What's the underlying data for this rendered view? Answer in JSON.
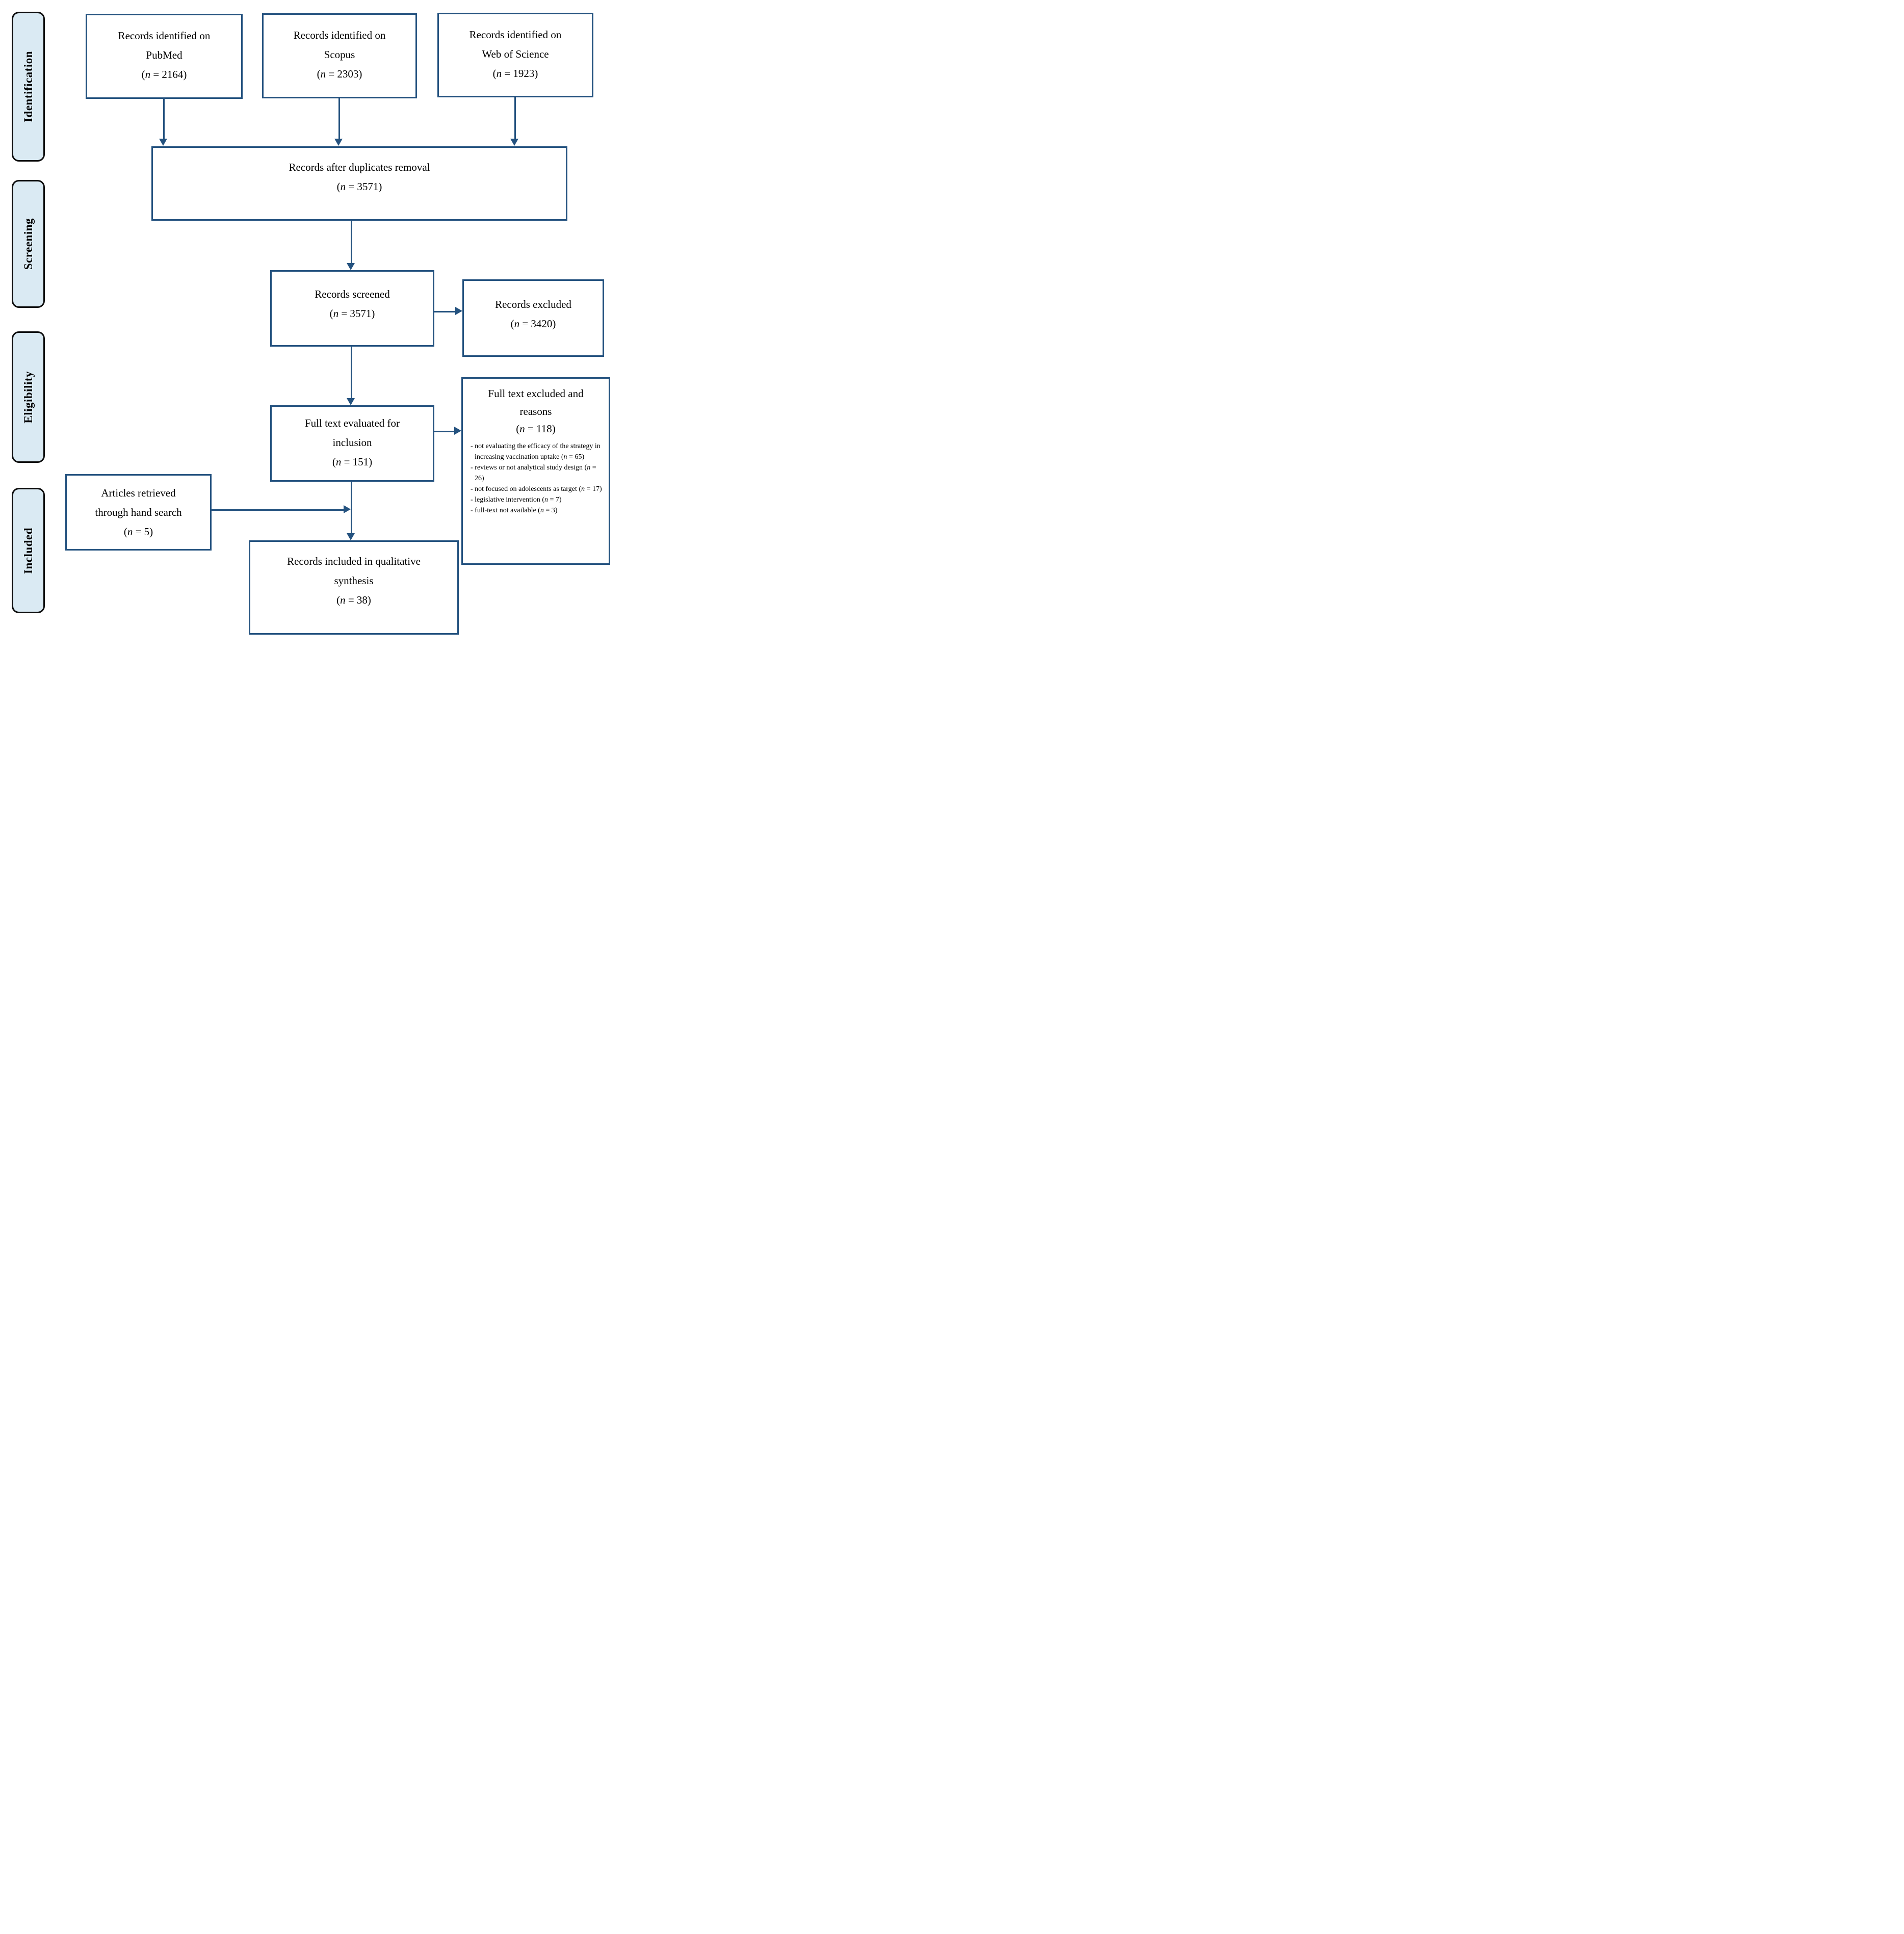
{
  "palette": {
    "line_color": "#24527f",
    "stage_fill": "#daeaf3",
    "stage_border": "#0d0d0d",
    "box_fill": "#ffffff",
    "text_color": "#000000"
  },
  "sidebar": {
    "stages": [
      {
        "label": "Identification"
      },
      {
        "label": "Screening"
      },
      {
        "label": "Eligibility"
      },
      {
        "label": "Included"
      }
    ]
  },
  "nodes": {
    "pubmed": {
      "label": "Records identified on\nPubMed",
      "count": "2164"
    },
    "scopus": {
      "label": "Records identified on\nScopus",
      "count": "2303"
    },
    "wos": {
      "label": "Records identified on\nWeb of Science",
      "count": "1923"
    },
    "duplicates": {
      "label": "Records after duplicates removal",
      "count": "3571"
    },
    "screened": {
      "label": "Records screened",
      "count": "3571"
    },
    "excluded": {
      "label": "Records excluded",
      "count": "3420"
    },
    "full_text": {
      "label": "Full text evaluated for\ninclusion",
      "count": "151"
    },
    "hand_search": {
      "label": "Articles retrieved\nthrough hand search",
      "count": "5"
    },
    "included": {
      "label": "Records included in qualitative\nsynthesis",
      "count": "38"
    },
    "full_text_excluded": {
      "label": "Full text excluded and\nreasons",
      "count": "118",
      "reasons": [
        {
          "text": "not evaluating the efficacy of the strategy in increasing vaccination uptake",
          "count": "65"
        },
        {
          "text": "reviews or not analytical study design",
          "count": "26"
        },
        {
          "text": "not focused on adolescents as target",
          "count": "17"
        },
        {
          "text": "legislative intervention",
          "count": "7"
        },
        {
          "text": "full-text not available",
          "count": "3"
        }
      ]
    }
  }
}
